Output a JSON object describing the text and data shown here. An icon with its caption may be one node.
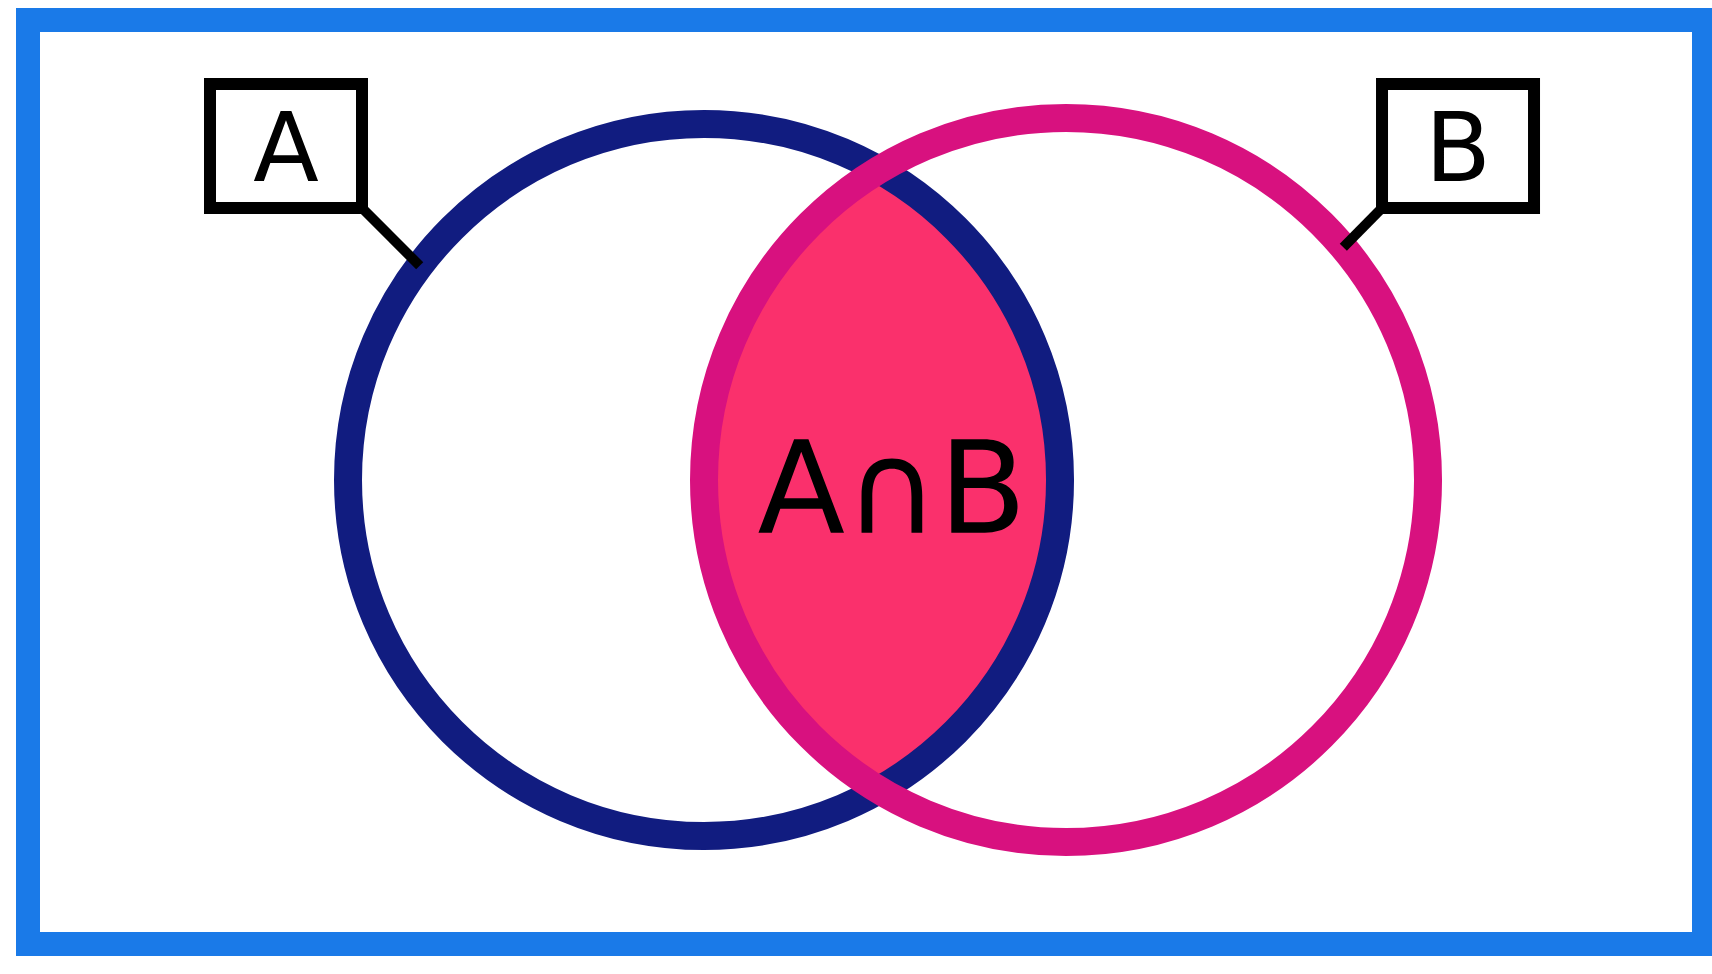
{
  "diagram": {
    "nodes": [
      {
        "text": [
          "A"
        ]
      },
      {
        "text": [
          "B"
        ]
      },
      {
        "text": [],
        "shape": "circle"
      },
      {
        "text": [],
        "shape": "circle"
      },
      {
        "text": [
          "A∩B"
        ]
      }
    ],
    "edges": [
      {
        "from": 0,
        "to": 2,
        "arrow": "none"
      },
      {
        "from": 1,
        "to": 3,
        "arrow": "none"
      }
    ]
  }
}
